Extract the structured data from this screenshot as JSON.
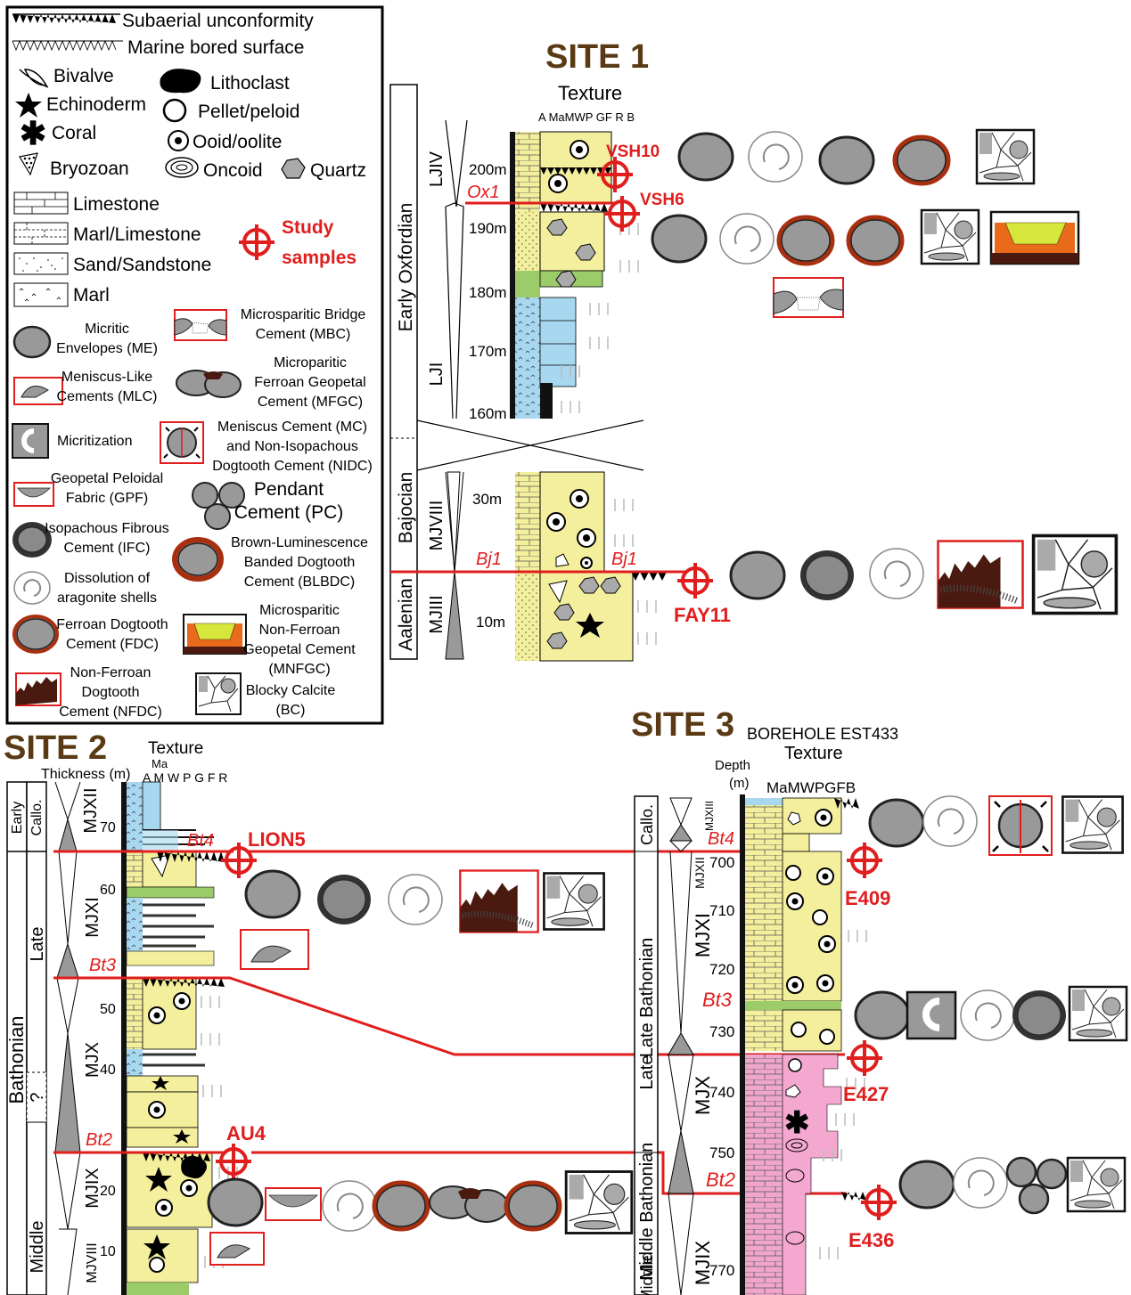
{
  "legend": {
    "subaerial": "Subaerial unconformity",
    "marine_bored": "Marine bored surface",
    "bivalve": "Bivalve",
    "echinoderm": "Echinoderm",
    "coral": "Coral",
    "bryozoan": "Bryozoan",
    "lithoclast": "Lithoclast",
    "pellet": "Pellet/peloid",
    "ooid": "Ooid/oolite",
    "oncoid": "Oncoid",
    "quartz": "Quartz",
    "limestone": "Limestone",
    "marl_limestone": "Marl/Limestone",
    "sand": "Sand/Sandstone",
    "marl": "Marl",
    "study_samples_1": "Study",
    "study_samples_2": "samples",
    "me": [
      "Micritic",
      "Envelopes (ME)"
    ],
    "mbc": [
      "Microsparitic Bridge",
      "Cement (MBC)"
    ],
    "mlc": [
      "Meniscus-Like",
      "Cements (MLC)"
    ],
    "mfgc": [
      "Microparitic",
      "Ferroan Geopetal",
      "Cement (MFGC)"
    ],
    "micritization": "Micritization",
    "mc": [
      "Meniscus Cement (MC)",
      "and Non-Isopachous",
      "Dogtooth Cement (NIDC)"
    ],
    "gpf": [
      "Geopetal Peloidal",
      "Fabric (GPF)"
    ],
    "pc": [
      "Pendant",
      "Cement (PC)"
    ],
    "ifc": [
      "Isopachous Fibrous",
      "Cement (IFC)"
    ],
    "blbdc": [
      "Brown-Luminescence",
      "Banded Dogtooth",
      "Cement (BLBDC)"
    ],
    "dissolution": [
      "Dissolution of",
      "aragonite shells"
    ],
    "fdc": [
      "Ferroan Dogtooth",
      "Cement (FDC)"
    ],
    "mnfgc": [
      "Microsparitic",
      "Non-Ferroan",
      "Geopetal Cement",
      "(MNFGC)"
    ],
    "nfdc": [
      "Non-Ferroan",
      "Dogtooth",
      "Cement (NFDC)"
    ],
    "bc": [
      "Blocky Calcite",
      "(BC)"
    ]
  },
  "site1": {
    "title": "SITE 1",
    "texture": "Texture",
    "texture_axis": "A MaMWP GF R B",
    "stages": [
      "Early Oxfordian",
      "Bajocian",
      "Aalenian"
    ],
    "sequences": [
      "LJIV",
      "LJI",
      "MJVIII",
      "MJIII"
    ],
    "depths": [
      "200m",
      "190m",
      "180m",
      "170m",
      "160m",
      "30m",
      "10m"
    ],
    "surfaces": [
      "Ox1",
      "Bj1",
      "Bj1"
    ],
    "samples": [
      "VSH10",
      "VSH6",
      "FAY11"
    ]
  },
  "site2": {
    "title": "SITE 2",
    "thickness": "Thickness (m)",
    "texture": "Texture",
    "texture_axis_1": "Ma",
    "texture_axis_2": "A  M W P G F R",
    "stages": [
      "Early",
      "Callo.",
      "Late",
      "Bathonian",
      "?",
      "Middle"
    ],
    "sequences": [
      "MJXII",
      "MJXI",
      "MJX",
      "MJIX",
      "MJVIII"
    ],
    "depths": [
      "70",
      "60",
      "50",
      "40",
      "20",
      "10"
    ],
    "surfaces": [
      "Bt4",
      "Bt3",
      "Bt2"
    ],
    "samples": [
      "LION5",
      "AU4"
    ]
  },
  "site3": {
    "title": "SITE 3",
    "borehole": "BOREHOLE  EST433",
    "depth": "Depth",
    "depth_unit": "(m)",
    "texture": "Texture",
    "texture_axis": "MaMWPGFB",
    "stages": [
      "Callo.",
      "Late Bathonian",
      "Late",
      "Middle Bathonian",
      "Middle"
    ],
    "sequences": [
      "MJXIII",
      "MJXII",
      "MJXI",
      "MJX",
      "MJIX"
    ],
    "depths": [
      "700",
      "710",
      "720",
      "730",
      "740",
      "750",
      "770"
    ],
    "surfaces": [
      "Bt4",
      "Bt3",
      "Bt2"
    ],
    "samples": [
      "E409",
      "E427",
      "E436"
    ]
  },
  "colors": {
    "red": "#e01e1e",
    "yellow": "#f4ef9c",
    "blue": "#a8d8f0",
    "green": "#9ccc6a",
    "pink": "#f4a8d0",
    "title_brown": "#5a3a14"
  }
}
